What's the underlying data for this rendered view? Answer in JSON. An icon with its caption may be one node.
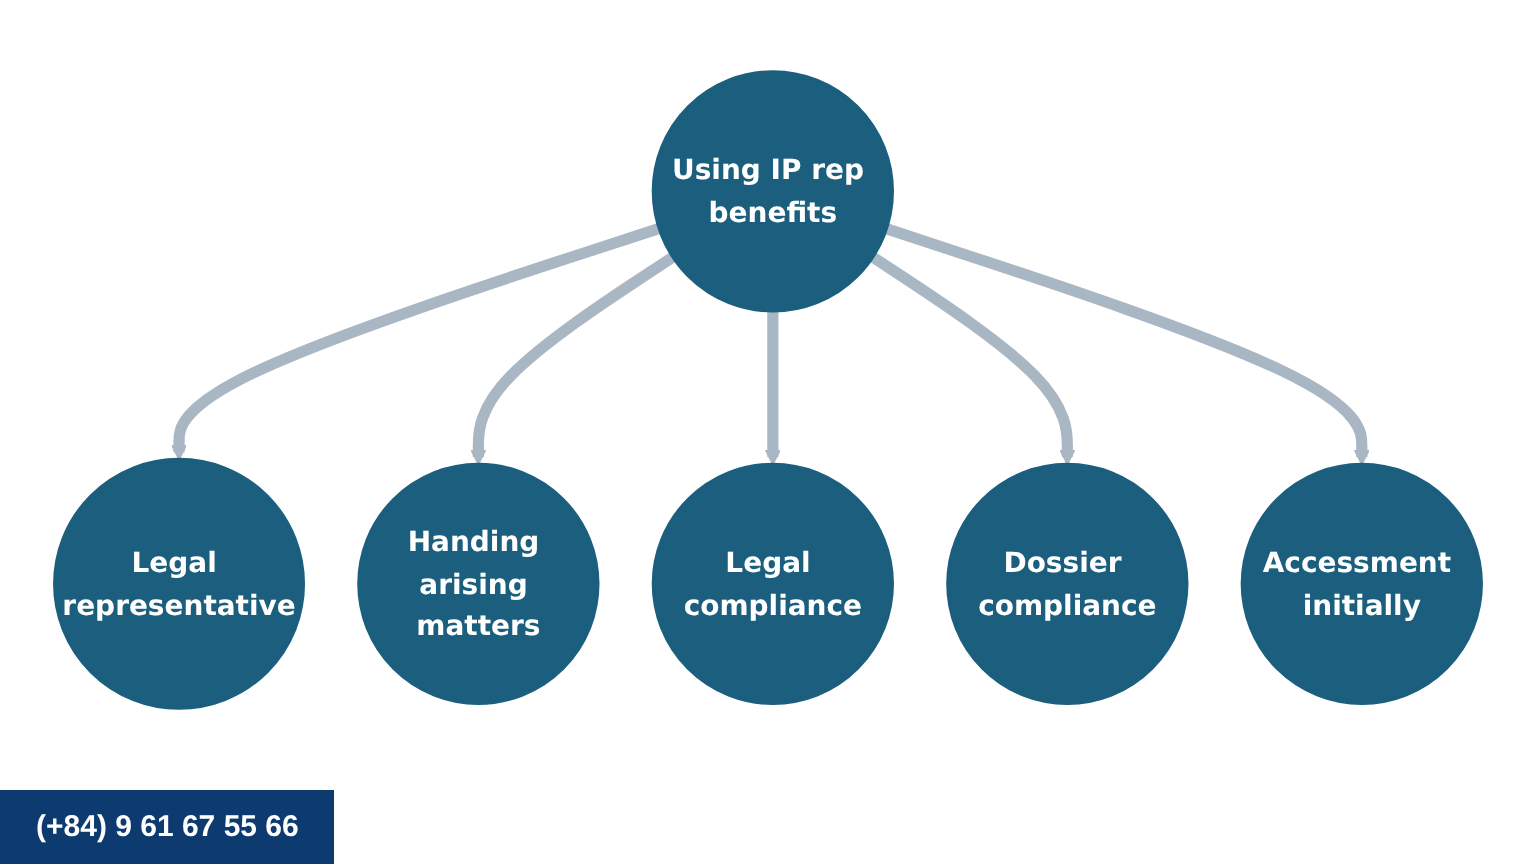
{
  "diagram": {
    "nodes": [
      {
        "text": [
          "Legal compliance"
        ]
      },
      {
        "text": [
          "Handing arising matters"
        ]
      },
      {
        "text": [
          "Using IP rep benefits"
        ]
      },
      {
        "text": [
          "Dossier compliance"
        ]
      },
      {
        "text": [
          "Legal representative"
        ]
      },
      {
        "text": [
          "Accessment initially"
        ]
      }
    ],
    "edges": [
      {
        "from": 2,
        "to": 4,
        "arrow": "to"
      },
      {
        "from": 2,
        "to": 1,
        "arrow": "to"
      },
      {
        "from": 2,
        "to": 0,
        "arrow": "to"
      },
      {
        "from": 2,
        "to": 3,
        "arrow": "to"
      },
      {
        "from": 2,
        "to": 5,
        "arrow": "to"
      }
    ],
    "labels": [
      "(+84) 9 61 67 55 66"
    ]
  }
}
